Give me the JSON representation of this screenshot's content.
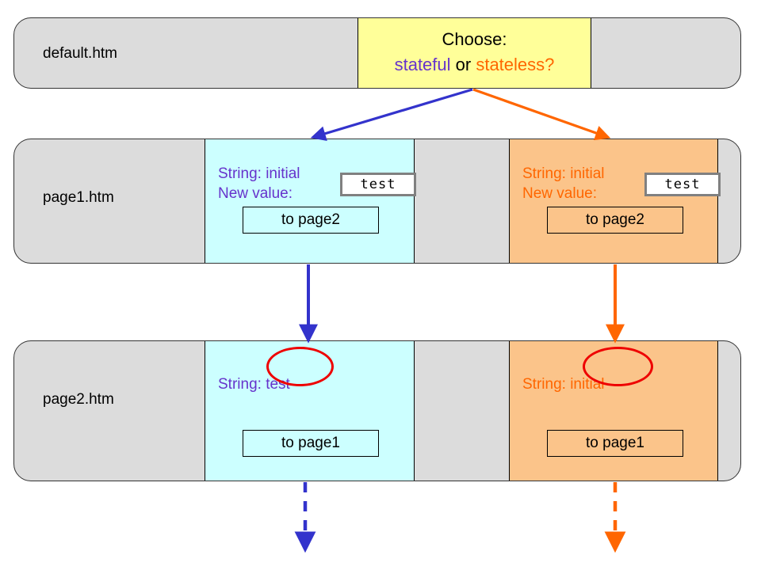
{
  "diagram": {
    "title_colors": {
      "stateful": "#6633cc",
      "stateless": "#ff6600",
      "highlight": "#ee0000",
      "panel_cyan": "#ccffff",
      "panel_orange": "#fbc48a",
      "panel_yellow": "#ffff99",
      "row_gray": "#dcdcdc"
    },
    "rows": {
      "default": {
        "label": "default.htm",
        "choose": {
          "line1": "Choose:",
          "stateful": "stateful",
          "or": " or ",
          "stateless": "stateless?"
        }
      },
      "page1": {
        "label": "page1.htm",
        "stateful": {
          "string_line": "String: initial",
          "new_value_line": "New value:",
          "input_value": "test",
          "button_label": "to page2"
        },
        "stateless": {
          "string_line": "String: initial",
          "new_value_line": "New value:",
          "input_value": "test",
          "button_label": "to page2"
        }
      },
      "page2": {
        "label": "page2.htm",
        "stateful": {
          "string_line": "String:  test",
          "button_label": "to page1"
        },
        "stateless": {
          "string_line": "String:  initial",
          "button_label": "to page1"
        }
      }
    },
    "arrows": {
      "choose_to_stateful": "branch-arrow-blue",
      "choose_to_stateless": "branch-arrow-orange",
      "page1_to_page2_stateful": "flow-arrow-blue",
      "page1_to_page2_stateless": "flow-arrow-orange",
      "page2_continue_stateful": "dashed-arrow-blue",
      "page2_continue_stateless": "dashed-arrow-orange"
    }
  }
}
